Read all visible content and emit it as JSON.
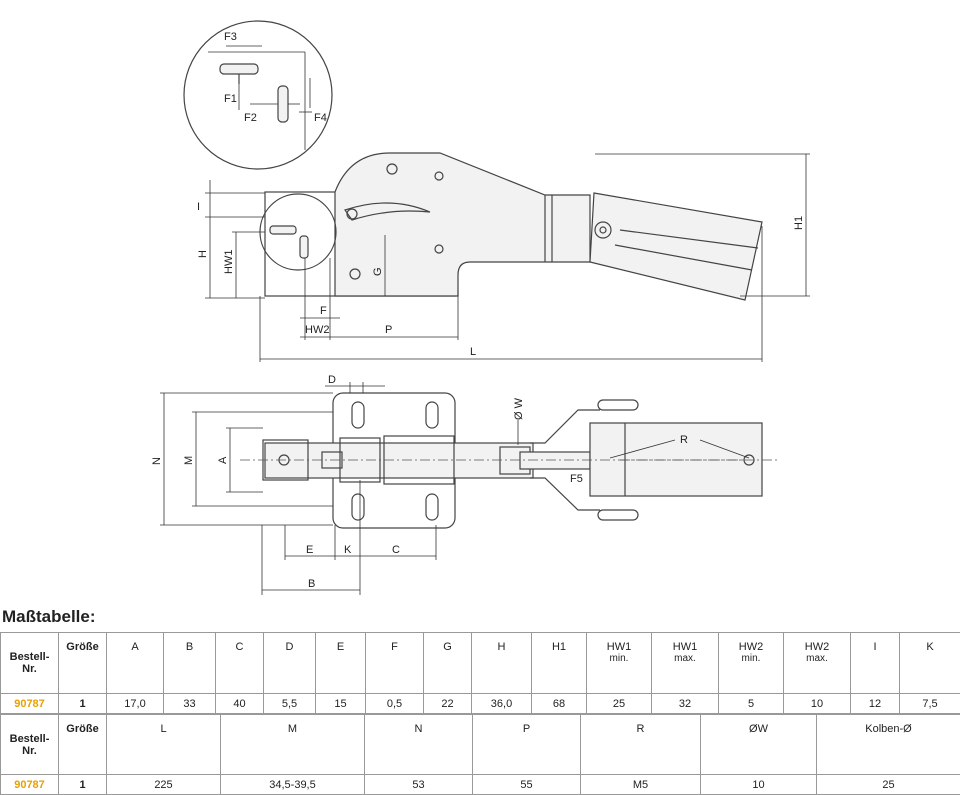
{
  "drawing": {
    "labels": {
      "F3": "F3",
      "F1": "F1",
      "F2": "F2",
      "F4": "F4",
      "I": "I",
      "H": "H",
      "HW1": "HW1",
      "G": "G",
      "H1": "H1",
      "F": "F",
      "HW2": "HW2",
      "P": "P",
      "L": "L",
      "D": "D",
      "W": "Ø W",
      "N": "N",
      "M": "M",
      "A": "A",
      "R": "R",
      "F5": "F5",
      "E": "E",
      "K": "K",
      "C": "C",
      "B": "B"
    }
  },
  "table_title": "Maßtabelle:",
  "table1": {
    "headers": [
      {
        "top": "Bestell-",
        "bottom": "Nr."
      },
      {
        "top": "Größe",
        "bottom": ""
      },
      {
        "top": "A",
        "bottom": ""
      },
      {
        "top": "B",
        "bottom": ""
      },
      {
        "top": "C",
        "bottom": ""
      },
      {
        "top": "D",
        "bottom": ""
      },
      {
        "top": "E",
        "bottom": ""
      },
      {
        "top": "F",
        "bottom": ""
      },
      {
        "top": "G",
        "bottom": ""
      },
      {
        "top": "H",
        "bottom": ""
      },
      {
        "top": "H1",
        "bottom": ""
      },
      {
        "top": "HW1",
        "bottom": "min."
      },
      {
        "top": "HW1",
        "bottom": "max."
      },
      {
        "top": "HW2",
        "bottom": "min."
      },
      {
        "top": "HW2",
        "bottom": "max."
      },
      {
        "top": "I",
        "bottom": ""
      },
      {
        "top": "K",
        "bottom": ""
      }
    ],
    "row": [
      "90787",
      "1",
      "17,0",
      "33",
      "40",
      "5,5",
      "15",
      "0,5",
      "22",
      "36,0",
      "68",
      "25",
      "32",
      "5",
      "10",
      "12",
      "7,5"
    ]
  },
  "table2": {
    "headers": [
      {
        "top": "Bestell-",
        "bottom": "Nr."
      },
      {
        "top": "Größe",
        "bottom": ""
      },
      {
        "top": "L",
        "bottom": ""
      },
      {
        "top": "M",
        "bottom": ""
      },
      {
        "top": "N",
        "bottom": ""
      },
      {
        "top": "P",
        "bottom": ""
      },
      {
        "top": "R",
        "bottom": ""
      },
      {
        "top": "ØW",
        "bottom": ""
      },
      {
        "top": "Kolben-Ø",
        "bottom": ""
      }
    ],
    "row": [
      "90787",
      "1",
      "225",
      "34,5-39,5",
      "53",
      "55",
      "M5",
      "10",
      "25"
    ]
  }
}
